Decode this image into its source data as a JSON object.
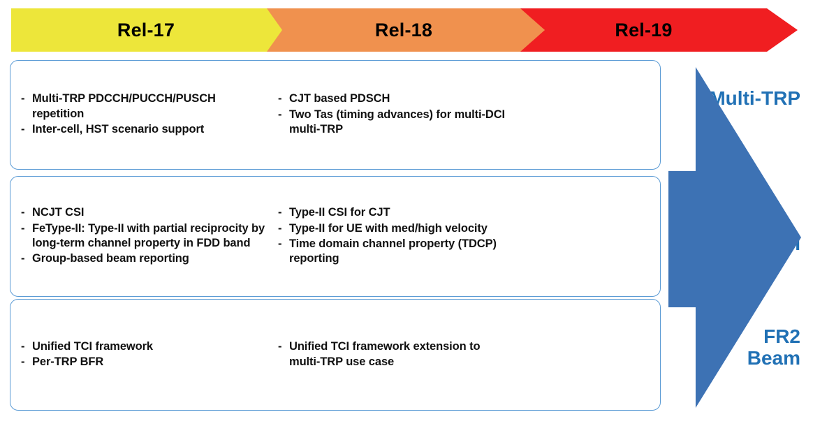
{
  "releases": [
    {
      "id": "rel-17",
      "label": "Rel-17",
      "color": "#EDE63A"
    },
    {
      "id": "rel-18",
      "label": "Rel-18",
      "color": "#F0914E"
    },
    {
      "id": "rel-19",
      "label": "Rel-19",
      "color": "#F01E21"
    }
  ],
  "rows": [
    {
      "id": "multi-trp",
      "category": "Multi-TRP",
      "rel17": [
        "Multi-TRP PDCCH/PUCCH/PUSCH repetition",
        "Inter-cell, HST scenario support"
      ],
      "rel18": [
        "CJT based PDSCH",
        "Two Tas (timing advances) for multi-DCI multi-TRP"
      ]
    },
    {
      "id": "csi",
      "category": "CSI",
      "rel17": [
        "NCJT CSI",
        "FeType-II: Type-II with partial reciprocity by long-term channel property in FDD band",
        "Group-based beam reporting"
      ],
      "rel18": [
        "Type-II CSI for CJT",
        "Type-II for UE with med/high velocity",
        "Time domain channel property (TDCP) reporting"
      ]
    },
    {
      "id": "fr2-beam",
      "category": "FR2\nBeam",
      "rel17": [
        "Unified TCI framework",
        "Per-TRP BFR"
      ],
      "rel18": [
        "Unified TCI framework extension to multi-TRP use case"
      ]
    }
  ],
  "colors": {
    "box_border": "#5B9BD5",
    "category_text": "#2171B5",
    "arrow": "#3D72B4"
  }
}
